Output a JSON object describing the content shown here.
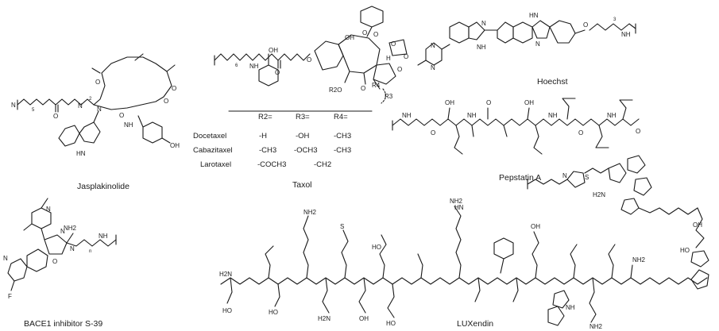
{
  "captions": {
    "jasplakinolide": "Jasplakinolide",
    "taxol": "Taxol",
    "hoechst": "Hoechst",
    "pepstatin": "Pepstatin A",
    "bace1": "BACE1 inhibitor S-39",
    "luxendin": "LUXendin"
  },
  "taxol_table": {
    "headers": [
      "R2=",
      "R3=",
      "R4="
    ],
    "rows": [
      {
        "name": "Docetaxel",
        "r2": "-H",
        "r3": "-OH",
        "r4": "-CH3"
      },
      {
        "name": "Cabazitaxel",
        "r2": "-CH3",
        "r3": "-OCH3",
        "r4": "-CH3"
      },
      {
        "name": "Larotaxel",
        "r2": "-COCH3",
        "r3": "",
        "r4": "-CH2"
      }
    ]
  },
  "atom_labels": {
    "o": "O",
    "n": "N",
    "h": "H",
    "nh": "NH",
    "hn": "HN",
    "nh2": "NH2",
    "h2n": "H2N",
    "oh": "OH",
    "ho": "HO",
    "s": "S",
    "f": "F",
    "r2o": "R2O",
    "r4": "R4",
    "r3": "R3",
    "n5": "5",
    "n6": "6",
    "n2": "2",
    "n3": "3",
    "nn": "n"
  }
}
